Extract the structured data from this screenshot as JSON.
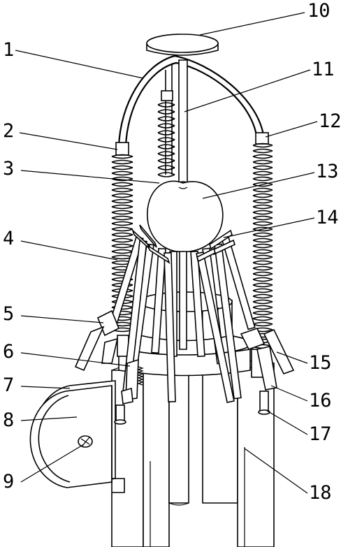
{
  "labels": {
    "l1": "1",
    "l2": "2",
    "l3": "3",
    "l4": "4",
    "l5": "5",
    "l6": "6",
    "l7": "7",
    "l8": "8",
    "l9": "9",
    "l10": "10",
    "l11": "11",
    "l12": "12",
    "l13": "13",
    "l14": "14",
    "l15": "15",
    "l16": "16",
    "l17": "17",
    "l18": "18"
  }
}
